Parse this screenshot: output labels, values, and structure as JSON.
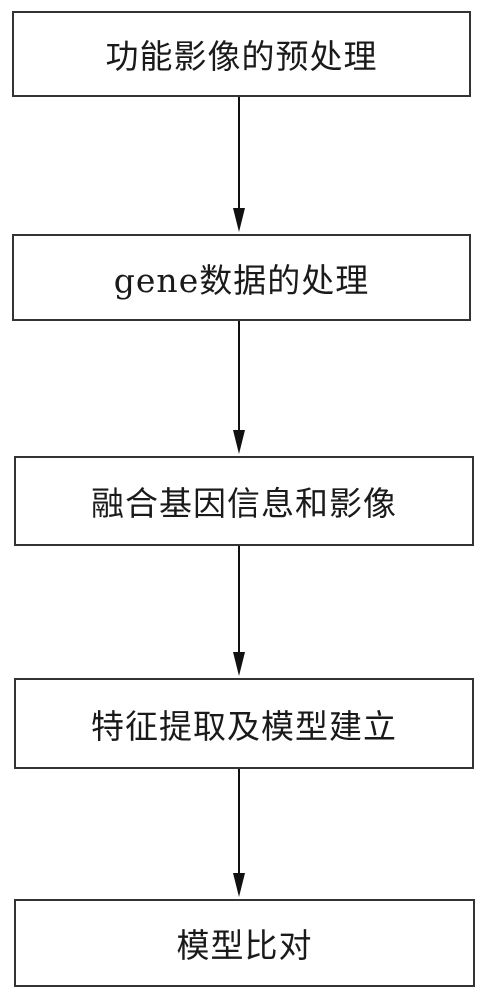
{
  "flowchart": {
    "steps": [
      {
        "label": "功能影像的预处理"
      },
      {
        "label": "gene数据的处理"
      },
      {
        "label": "融合基因信息和影像"
      },
      {
        "label": "特征提取及模型建立"
      },
      {
        "label": "模型比对"
      }
    ],
    "colors": {
      "border": "#333333",
      "arrow": "#111111",
      "background": "#ffffff"
    }
  }
}
